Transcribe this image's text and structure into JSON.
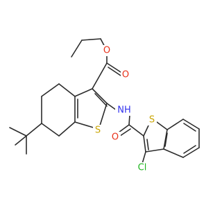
{
  "molecule": {
    "atoms": {
      "o_ether": {
        "symbol": "O",
        "color": "#e8311a"
      },
      "o_carbonyl_ester": {
        "symbol": "O",
        "color": "#e8311a"
      },
      "n_amide": {
        "symbol": "NH",
        "color": "#3333ee"
      },
      "s_thiophene_left": {
        "symbol": "S",
        "color": "#c9a400"
      },
      "s_thiophene_right": {
        "symbol": "S",
        "color": "#c9a400"
      },
      "o_carbonyl_amide": {
        "symbol": "O",
        "color": "#e8311a"
      },
      "cl": {
        "symbol": "Cl",
        "color": "#1eb41e"
      }
    },
    "bond_color": "#2b2b2b",
    "background": "#ffffff"
  }
}
